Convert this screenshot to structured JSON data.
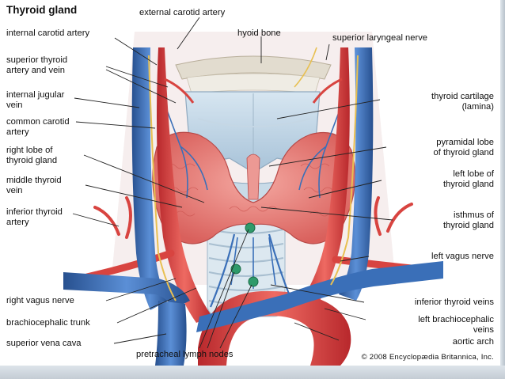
{
  "title": "Thyroid gland",
  "labels": {
    "external_carotid_artery": "external carotid artery",
    "hyoid_bone": "hyoid bone",
    "internal_carotid_artery": "internal carotid artery",
    "superior_laryngeal_nerve": "superior laryngeal nerve",
    "superior_thyroid_artery_and_vein": "superior thyroid\nartery and vein",
    "internal_jugular_vein": "internal jugular\nvein",
    "thyroid_cartilage": "thyroid cartilage\n(lamina)",
    "common_carotid_artery": "common carotid\nartery",
    "pyramidal_lobe": "pyramidal lobe\nof thyroid gland",
    "right_lobe": "right lobe of\nthyroid gland",
    "left_lobe": "left lobe of\nthyroid gland",
    "middle_thyroid_vein": "middle thyroid\nvein",
    "inferior_thyroid_artery": "inferior thyroid\nartery",
    "isthmus": "isthmus of\nthyroid gland",
    "left_vagus_nerve": "left vagus nerve",
    "right_vagus_nerve": "right vagus nerve",
    "inferior_thyroid_veins": "inferior thyroid veins",
    "brachiocephalic_trunk": "brachiocephalic trunk",
    "left_brachiocephalic_veins": "left brachiocephalic\nveins",
    "superior_vena_cava": "superior vena cava",
    "aortic_arch": "aortic arch",
    "pretracheal_lymph_nodes": "pretracheal lymph nodes"
  },
  "credit": "© 2008 Encyclopædia Britannica, Inc.",
  "colors": {
    "artery": "#e04a4a",
    "vein": "#3a6fb8",
    "gland": "#e88a86",
    "cartilage": "#b9cfe0",
    "nerve": "#f2d27a"
  }
}
